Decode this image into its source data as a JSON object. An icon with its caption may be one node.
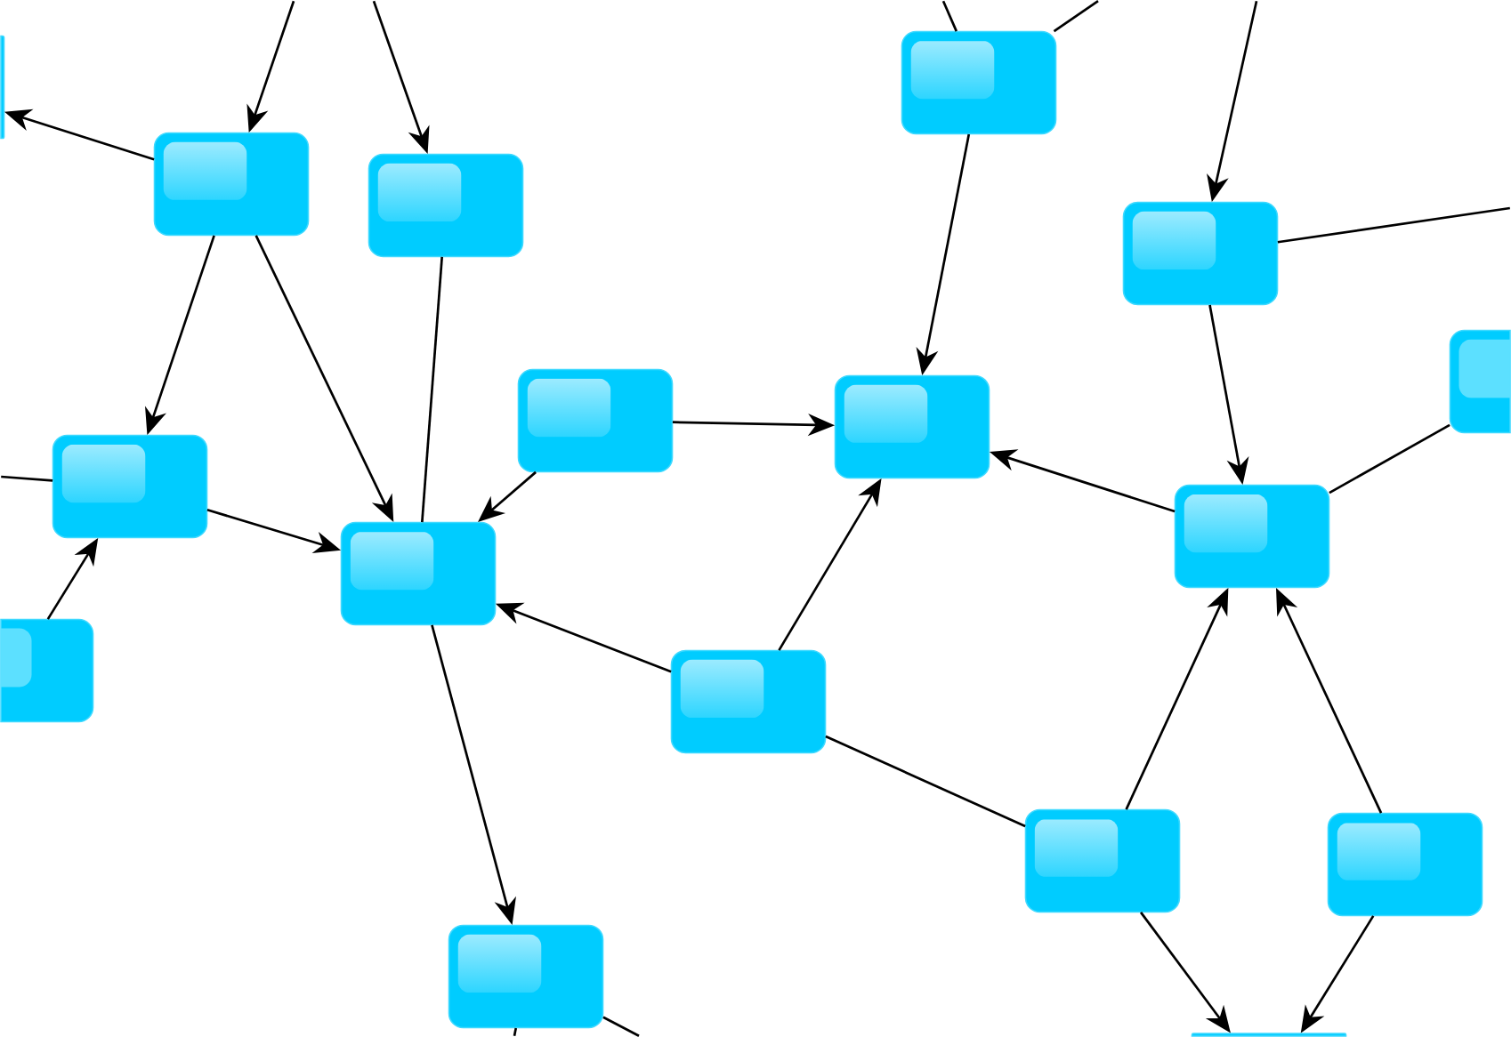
{
  "diagram": {
    "nodes": [
      {
        "text": [],
        "shape": "box"
      },
      {
        "text": [],
        "shape": "box"
      },
      {
        "text": [],
        "shape": "box"
      },
      {
        "text": [],
        "shape": "box"
      },
      {
        "text": [],
        "shape": "box"
      },
      {
        "text": [],
        "shape": "box"
      },
      {
        "text": [],
        "shape": "box"
      },
      {
        "text": [],
        "shape": "box"
      },
      {
        "text": [],
        "shape": "box"
      },
      {
        "text": [],
        "shape": "box"
      },
      {
        "text": [],
        "shape": "box"
      },
      {
        "text": [],
        "shape": "box"
      },
      {
        "text": [],
        "shape": "box"
      },
      {
        "text": [],
        "shape": "box"
      },
      {
        "text": [],
        "shape": "box"
      },
      {
        "text": [],
        "shape": "box"
      },
      {
        "text": [],
        "shape": "box"
      }
    ],
    "edges": [
      {
        "from": null,
        "to": 2,
        "arrow": "to"
      },
      {
        "from": null,
        "to": 3,
        "arrow": "to"
      },
      {
        "from": null,
        "to": 1,
        "arrow": "none"
      },
      {
        "from": 1,
        "to": null,
        "arrow": "none"
      },
      {
        "from": null,
        "to": 4,
        "arrow": "to"
      },
      {
        "from": 2,
        "to": 0,
        "arrow": "to"
      },
      {
        "from": 2,
        "to": 8,
        "arrow": "to"
      },
      {
        "from": 2,
        "to": 10,
        "arrow": "to"
      },
      {
        "from": 3,
        "to": 10,
        "arrow": "none"
      },
      {
        "from": 4,
        "to": null,
        "arrow": "none"
      },
      {
        "from": 4,
        "to": 9,
        "arrow": "to"
      },
      {
        "from": 1,
        "to": 7,
        "arrow": "to"
      },
      {
        "from": 6,
        "to": 10,
        "arrow": "to"
      },
      {
        "from": 6,
        "to": 7,
        "arrow": "to"
      },
      {
        "from": null,
        "to": 8,
        "arrow": "none"
      },
      {
        "from": 8,
        "to": 10,
        "arrow": "to"
      },
      {
        "from": 9,
        "to": 7,
        "arrow": "to"
      },
      {
        "from": 9,
        "to": 5,
        "arrow": "none"
      },
      {
        "from": 11,
        "to": 8,
        "arrow": "to"
      },
      {
        "from": 12,
        "to": 10,
        "arrow": "to"
      },
      {
        "from": 12,
        "to": 7,
        "arrow": "to"
      },
      {
        "from": 12,
        "to": 13,
        "arrow": "none"
      },
      {
        "from": 10,
        "to": 15,
        "arrow": "to"
      },
      {
        "from": 13,
        "to": 9,
        "arrow": "to"
      },
      {
        "from": 14,
        "to": 9,
        "arrow": "to"
      },
      {
        "from": 13,
        "to": 16,
        "arrow": "to"
      },
      {
        "from": 14,
        "to": 16,
        "arrow": "to"
      },
      {
        "from": 15,
        "to": null,
        "arrow": "none"
      },
      {
        "from": 15,
        "to": null,
        "arrow": "none"
      }
    ]
  }
}
